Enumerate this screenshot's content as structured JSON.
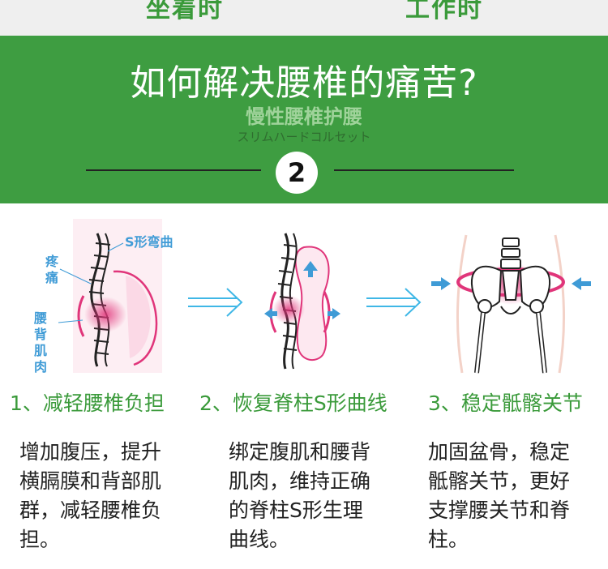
{
  "top_tabs": [
    "坐着时",
    "工作时"
  ],
  "hero": {
    "title": "如何解决腰椎的痛苦?",
    "subtitle": "慢性腰椎护腰",
    "japanese": "スリムハードコルセット",
    "step_number": "2"
  },
  "illustrations": {
    "spine_label": "S形弯曲",
    "pain_label": [
      "疼",
      "痛"
    ],
    "muscle_label": [
      "腰",
      "背",
      "肌",
      "肉"
    ]
  },
  "benefits": [
    {
      "title": "1、减轻腰椎负担",
      "lines": [
        "增加腹压，提升",
        "横膈膜和背部肌",
        "群，减轻腰椎负",
        "担。"
      ]
    },
    {
      "title": "2、恢复脊柱S形曲线",
      "lines": [
        "绑定腹肌和腰背",
        "肌肉，维持正确",
        "的脊柱S形生理",
        "曲线。"
      ]
    },
    {
      "title": "3、稳定骶髂关节",
      "lines": [
        "加固盆骨，稳定",
        "骶髂关节，更好",
        "支撑腰关节和脊",
        "柱。"
      ]
    }
  ],
  "colors": {
    "brand_green": "#3e9d41",
    "label_blue": "#3f9bd6",
    "pain_pink": "#e0357a"
  }
}
